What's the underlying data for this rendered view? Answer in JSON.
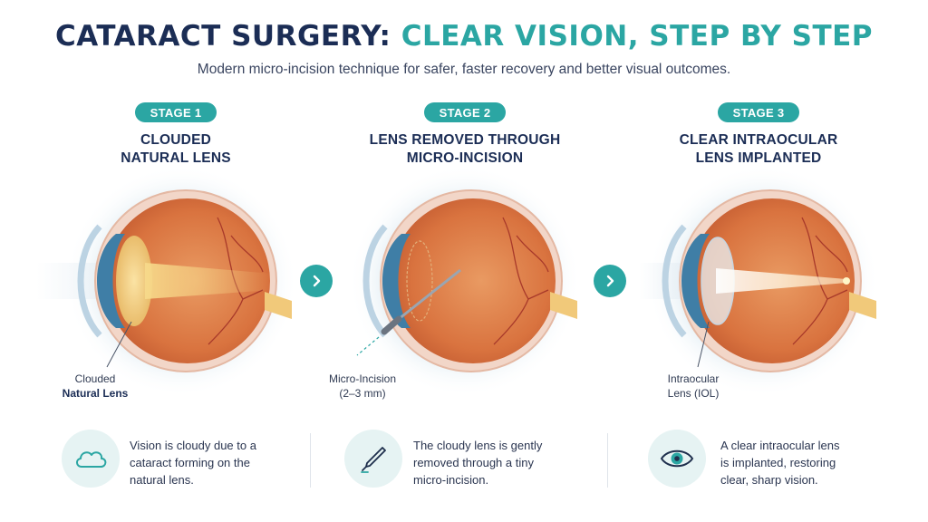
{
  "header": {
    "title_part1": "CATARACT SURGERY:",
    "title_part2": "CLEAR VISION, STEP BY STEP",
    "subtitle": "Modern micro-incision technique for safer, faster recovery and better visual outcomes."
  },
  "stages": [
    {
      "badge": "STAGE 1",
      "title_line1": "CLOUDED",
      "title_line2": "NATURAL LENS",
      "callout_line1": "Clouded",
      "callout_line2": "Natural Lens",
      "footer_icon": "cloud-icon",
      "footer_line1": "Vision is cloudy due to a",
      "footer_line2": "cataract forming on the",
      "footer_line3": "natural lens."
    },
    {
      "badge": "STAGE 2",
      "title_line1": "LENS REMOVED THROUGH",
      "title_line2": "MICRO-INCISION",
      "callout_line1": "Micro-Incision",
      "callout_line2": "(2–3 mm)",
      "footer_icon": "scalpel-icon",
      "footer_line1": "The cloudy lens is gently",
      "footer_line2": "removed through a tiny",
      "footer_line3": "micro-incision."
    },
    {
      "badge": "STAGE 3",
      "title_line1": "CLEAR INTRAOCULAR",
      "title_line2": "LENS IMPLANTED",
      "callout_line1": "Intraocular",
      "callout_line2": "Lens (IOL)",
      "footer_icon": "eye-icon",
      "footer_line1": "A clear intraocular lens",
      "footer_line2": "is implanted, restoring",
      "footer_line3": "clear, sharp vision."
    }
  ],
  "connectors": [
    "chevron-right-icon",
    "chevron-right-icon"
  ],
  "colors": {
    "navy": "#1b2d55",
    "teal": "#2ba6a3",
    "eye_interior": "#d9733f",
    "sclera": "#f4d9cc",
    "iris": "#3f7ea6",
    "cloudy_lens": "#f2c97a",
    "icon_bg": "#e6f3f3"
  }
}
